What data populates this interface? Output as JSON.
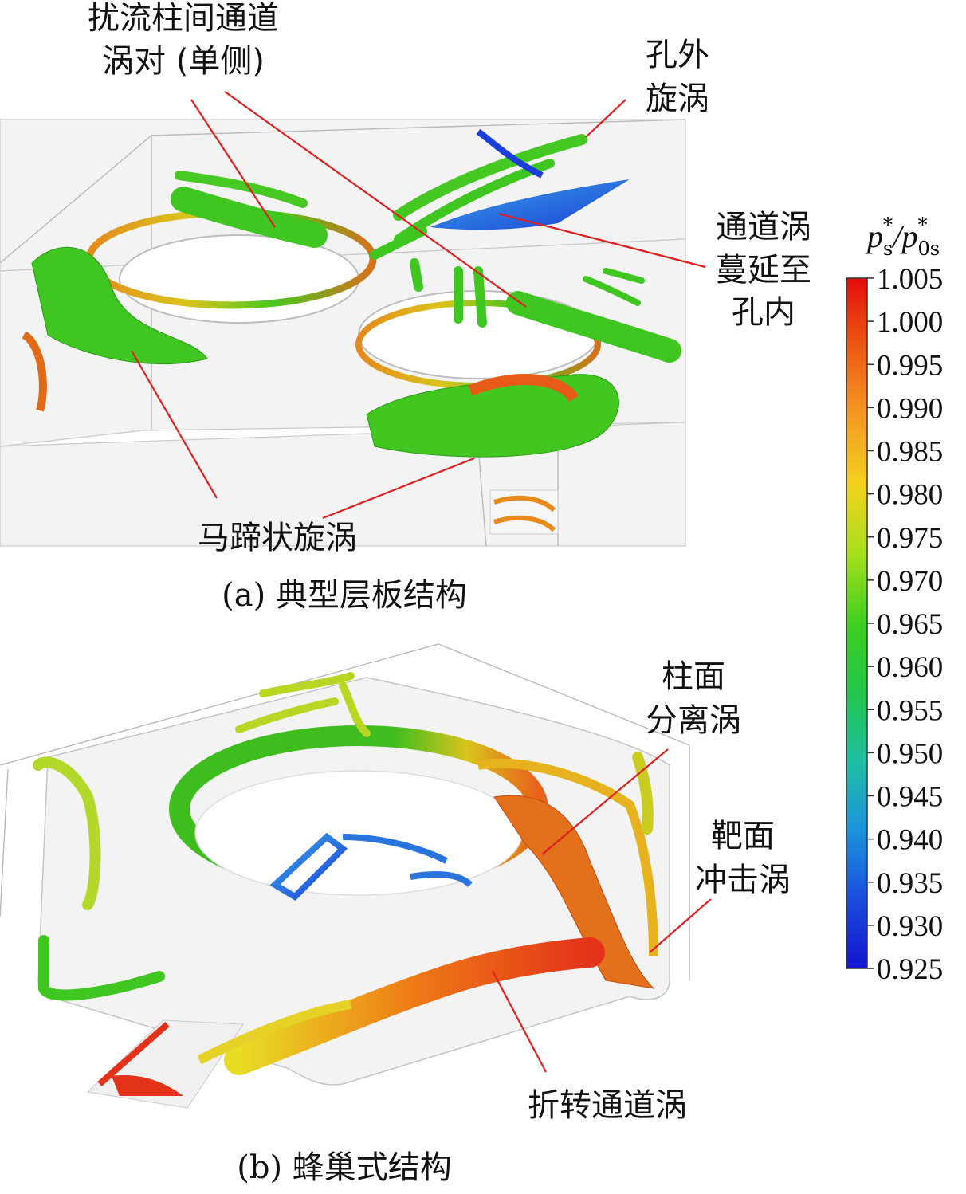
{
  "panel_a": {
    "caption": "(a) 典型层板结构",
    "labels": {
      "channel_vortex_pair": [
        "扰流柱间通道",
        "涡对 (单侧)"
      ],
      "outer_hole_vortex": [
        "孔外",
        "旋涡"
      ],
      "channel_vortex_into_hole": [
        "通道涡",
        "蔓延至",
        "孔内"
      ],
      "horseshoe_vortex": "马蹄状旋涡"
    }
  },
  "panel_b": {
    "caption": "(b) 蜂巢式结构",
    "labels": {
      "cylinder_separation_vortex": [
        "柱面",
        "分离涡"
      ],
      "target_impingement_vortex": [
        "靶面",
        "冲击涡"
      ],
      "turning_channel_vortex": "折转通道涡"
    }
  },
  "colorbar": {
    "symbol": "p",
    "sup1": "*",
    "sub1": "s",
    "slash": "/",
    "sup2": "*",
    "sub2": "0s",
    "ticks": [
      "1.005",
      "1.000",
      "0.995",
      "0.990",
      "0.985",
      "0.980",
      "0.975",
      "0.970",
      "0.965",
      "0.960",
      "0.955",
      "0.950",
      "0.945",
      "0.940",
      "0.935",
      "0.930",
      "0.925"
    ],
    "colors": [
      "#e30b0b",
      "#ee5a14",
      "#f59a22",
      "#f2d21d",
      "#a6e01b",
      "#3fcf1f",
      "#22c64a",
      "#1ebfa3",
      "#1c93dc",
      "#1a4cdd",
      "#1414d0"
    ]
  }
}
